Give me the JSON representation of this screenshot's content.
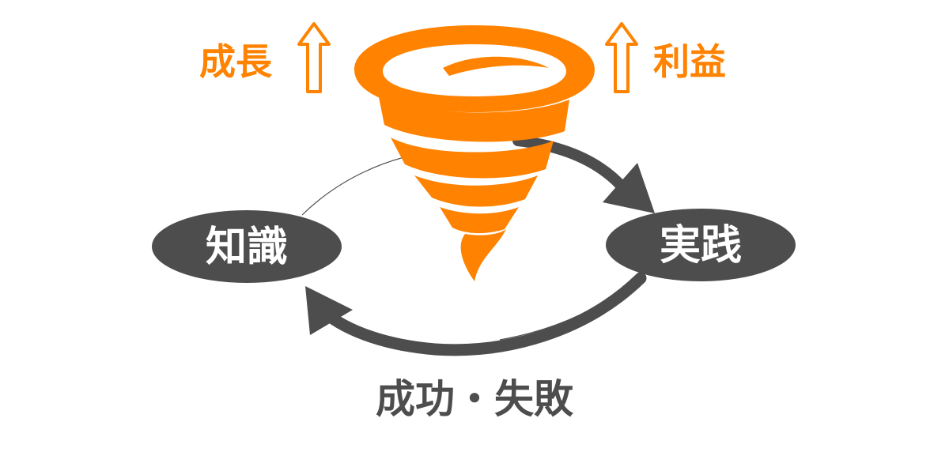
{
  "colors": {
    "accent": "#ff8200",
    "dark": "#4d4d4d",
    "background": "#ffffff"
  },
  "labels": {
    "growth": "成長",
    "profit": "利益",
    "knowledge": "知識",
    "practice": "実践",
    "outcome": "成功・失敗"
  },
  "icons": {
    "tornado": "tornado-icon",
    "growth_arrow": "up-arrow-icon",
    "profit_arrow": "up-arrow-icon"
  }
}
